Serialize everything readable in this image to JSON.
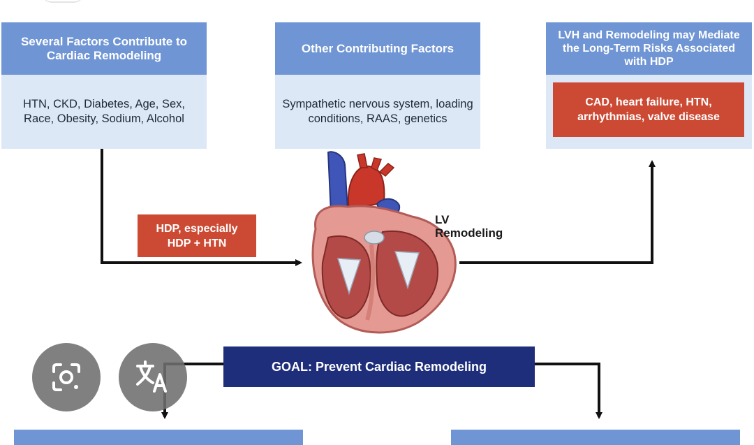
{
  "factors_box": {
    "title": "Several Factors Contribute to Cardiac Remodeling",
    "body": "HTN, CKD, Diabetes, Age, Sex, Race, Obesity, Sodium, Alcohol"
  },
  "other_box": {
    "title": "Other Contributing Factors",
    "body": "Sympathetic nervous system, loading conditions, RAAS, genetics"
  },
  "lvh_box": {
    "title": "LVH and Remodeling may Mediate the Long-Term Risks Associated with HDP",
    "risk": "CAD, heart failure, HTN, arrhythmias, valve disease"
  },
  "hdp_label": "HDP, especially HDP + HTN",
  "lv_label": "LV Remodeling",
  "goal": "GOAL: Prevent Cardiac Remodeling",
  "overlay_buttons": {
    "lens_icon": "camera-lens-icon",
    "translate_icon": "translate-icon"
  },
  "colors": {
    "header_blue": "#6f95d4",
    "body_blue": "#dde8f7",
    "risk_red": "#cc4a34",
    "goal_navy": "#1e2e7a"
  }
}
